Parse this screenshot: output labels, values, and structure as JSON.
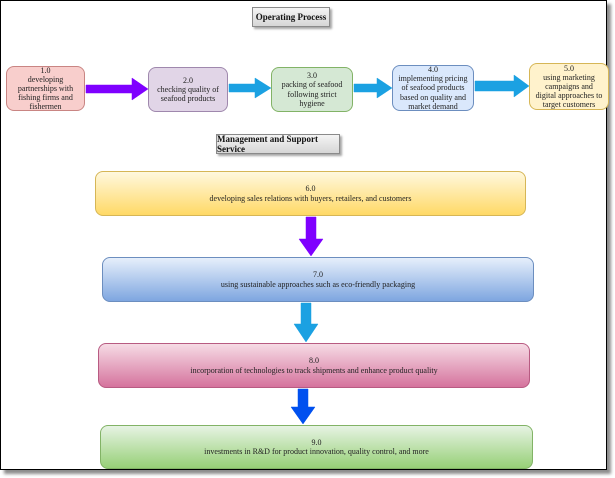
{
  "headers": {
    "operating": "Operating Process",
    "management": "Management and Support Service"
  },
  "operating_steps": [
    {
      "num": "1.0",
      "text": "developing partnerships with fishing firms and fishermen"
    },
    {
      "num": "2.0",
      "text": "checking quality of seafood products"
    },
    {
      "num": "3.0",
      "text": "packing of seafood following strict hygiene"
    },
    {
      "num": "4.0",
      "text": "implementing pricing of seafood products based on quality and market demand"
    },
    {
      "num": "5.0",
      "text": "using marketing campaigns and digital approaches to target customers"
    }
  ],
  "support_steps": [
    {
      "num": "6.0",
      "text": "developing sales relations with buyers, retailers, and customers"
    },
    {
      "num": "7.0",
      "text": "using sustainable approaches such as eco-friendly packaging"
    },
    {
      "num": "8.0",
      "text": "incorporation of technologies to track shipments and enhance product quality"
    },
    {
      "num": "9.0",
      "text": "investments in R&D for product innovation, quality control, and more"
    }
  ],
  "colors": {
    "arrow_purple": "#7f00ff",
    "arrow_cyan": "#1ba1e2",
    "arrow_blue": "#0050ef"
  }
}
